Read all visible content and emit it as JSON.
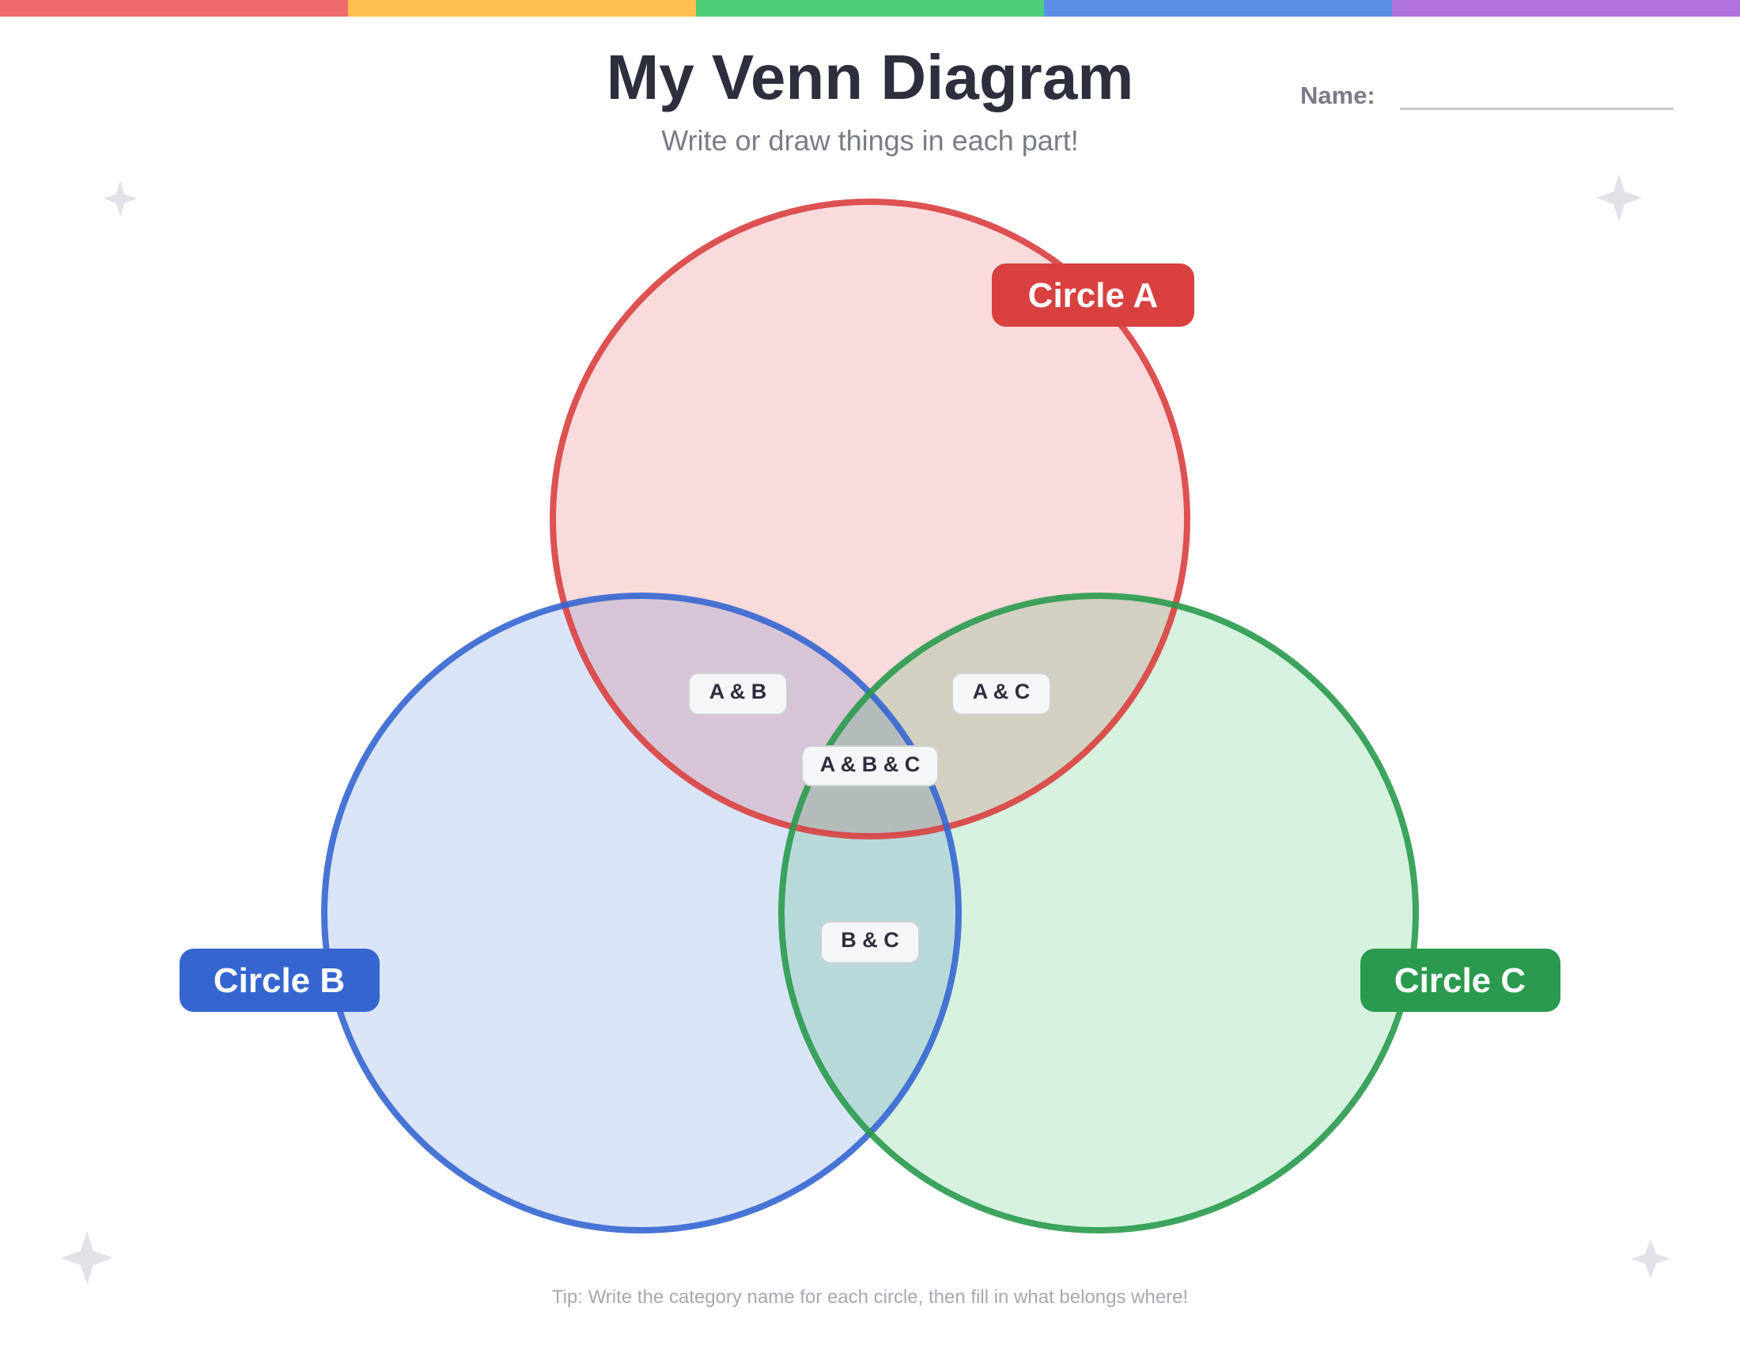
{
  "header": {
    "title": "My Venn Diagram",
    "subtitle": "Write or draw things in each part!",
    "name_label": "Name:"
  },
  "rainbow_colors": [
    "#f06b6b",
    "#ffc04d",
    "#4ccf76",
    "#5b8ee6",
    "#b072dc"
  ],
  "circles": {
    "a": {
      "label": "Circle A",
      "stroke": "#d94040",
      "fill": "#f5b7ba",
      "badge": "#d94040"
    },
    "b": {
      "label": "Circle B",
      "stroke": "#3566d0",
      "fill": "#b6c9f0",
      "badge": "#3566d0"
    },
    "c": {
      "label": "Circle C",
      "stroke": "#2a9a4e",
      "fill": "#ade5c0",
      "badge": "#2a9a4e"
    }
  },
  "regions": {
    "ab": "A & B",
    "ac": "A & C",
    "abc": "A & B & C",
    "bc": "B & C"
  },
  "decorations": [
    "sparkle-icon",
    "sparkle-icon",
    "sparkle-icon",
    "sparkle-icon"
  ],
  "footer": {
    "tip": "Tip: Write the category name for each circle, then fill in what belongs where!"
  }
}
